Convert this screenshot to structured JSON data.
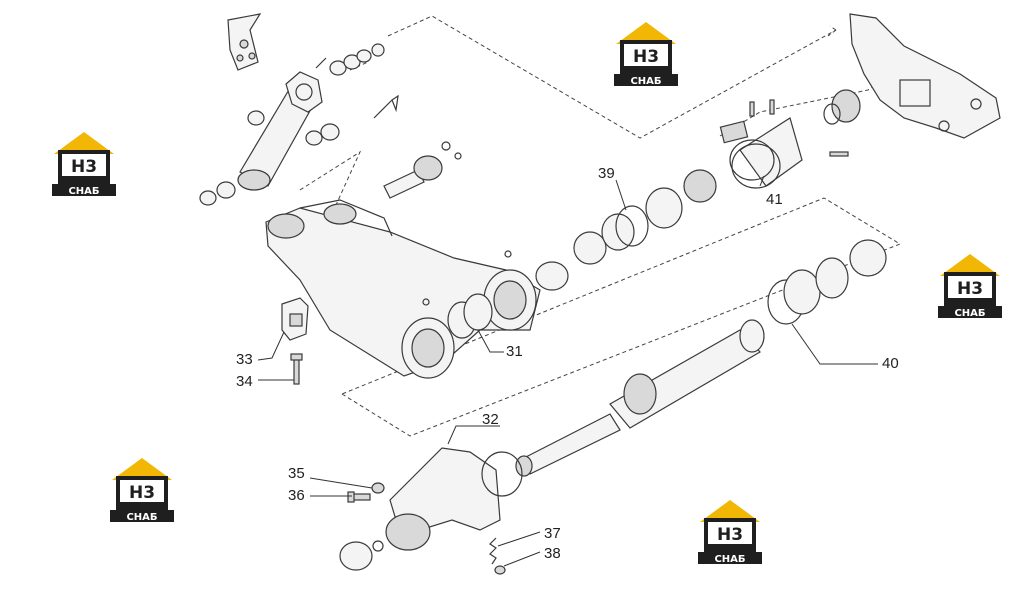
{
  "diagram": {
    "callouts": [
      {
        "id": "c31",
        "label": "31"
      },
      {
        "id": "c32",
        "label": "32"
      },
      {
        "id": "c33",
        "label": "33"
      },
      {
        "id": "c34",
        "label": "34"
      },
      {
        "id": "c35",
        "label": "35"
      },
      {
        "id": "c36",
        "label": "36"
      },
      {
        "id": "c37",
        "label": "37"
      },
      {
        "id": "c38",
        "label": "38"
      },
      {
        "id": "c39",
        "label": "39"
      },
      {
        "id": "c40",
        "label": "40"
      },
      {
        "id": "c41",
        "label": "41"
      }
    ]
  },
  "watermark": {
    "line1": "H3",
    "line2": "СНАБ",
    "roof_color": "#f2b705",
    "ink_color": "#1f1f1f"
  }
}
